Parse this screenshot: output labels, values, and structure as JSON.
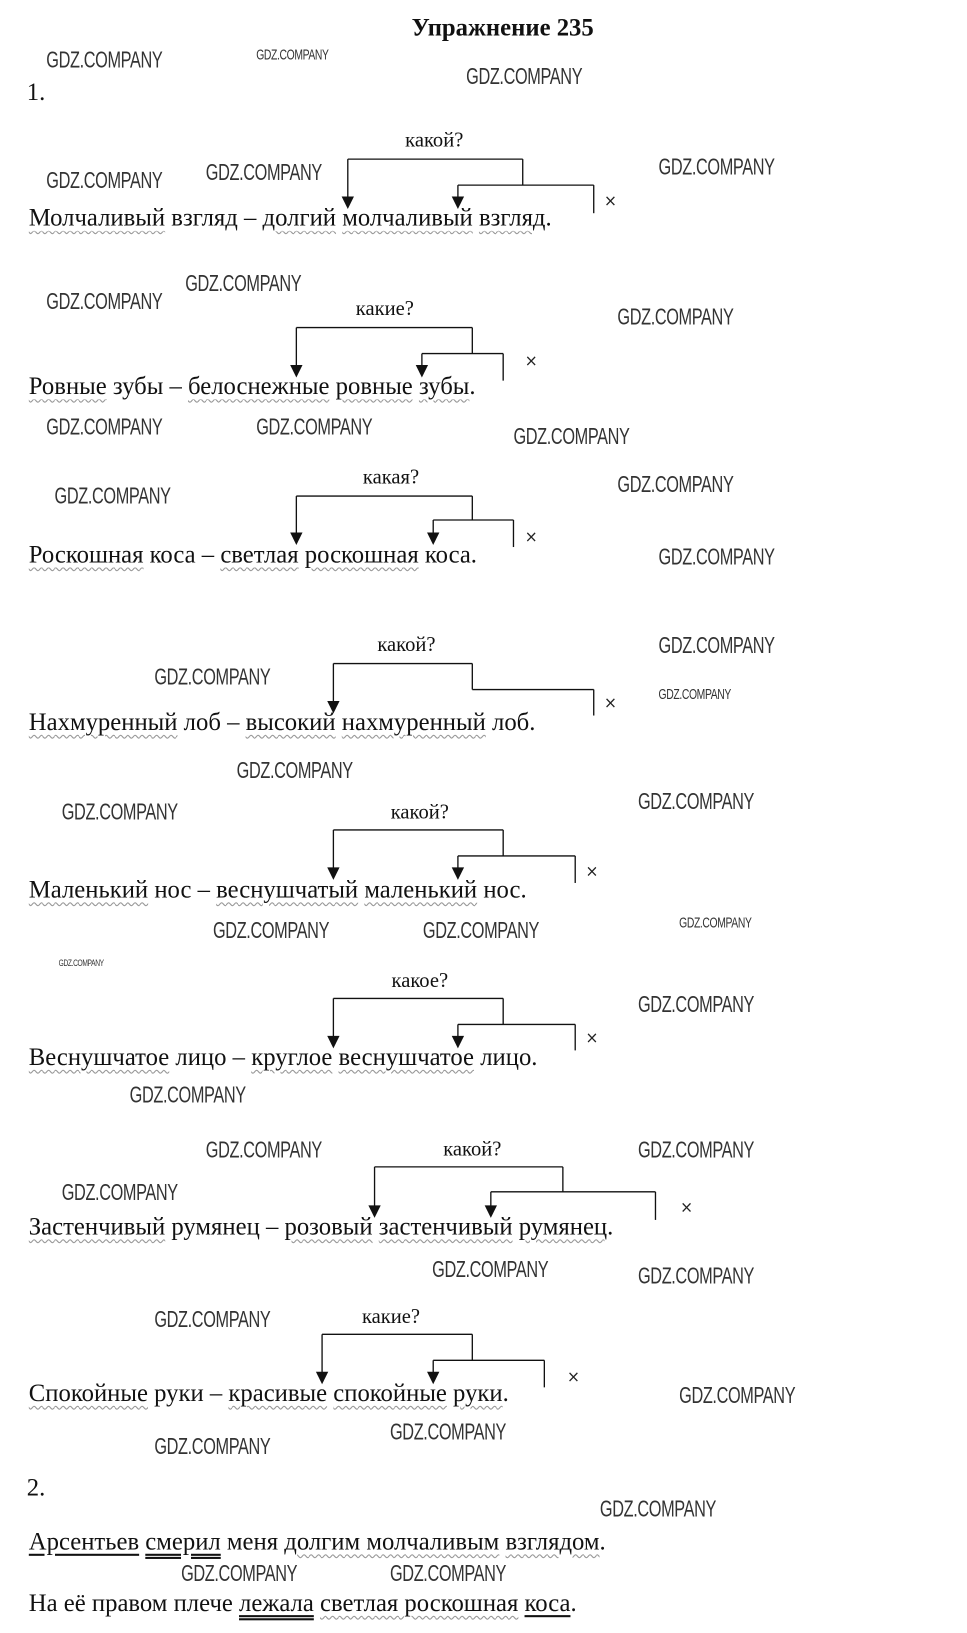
{
  "title": "Упражнение 235",
  "part1_label": "1.",
  "part2_label": "2.",
  "watermark": "GDZ.COMPANY",
  "cross_mark": "×",
  "schemes": [
    {
      "question": "какой?",
      "segments": [
        [
          "Молчаливый",
          "wavy"
        ],
        [
          " взгляд – ",
          ""
        ],
        [
          "долгий",
          "wavy"
        ],
        [
          " ",
          ""
        ],
        [
          "молчаливый",
          "wavy"
        ],
        [
          " ",
          ""
        ],
        [
          "взгляд",
          "wavy"
        ],
        [
          ".",
          ""
        ]
      ]
    },
    {
      "question": "какие?",
      "segments": [
        [
          "Ровные",
          "wavy"
        ],
        [
          " зубы – ",
          ""
        ],
        [
          "белоснежные",
          "wavy"
        ],
        [
          " ",
          ""
        ],
        [
          "ровные",
          "wavy"
        ],
        [
          " ",
          ""
        ],
        [
          "зубы",
          "wavy"
        ],
        [
          ".",
          ""
        ]
      ]
    },
    {
      "question": "какая?",
      "segments": [
        [
          "Роскошная",
          "wavy"
        ],
        [
          " коса – ",
          ""
        ],
        [
          "светлая",
          "wavy"
        ],
        [
          " ",
          ""
        ],
        [
          "роскошная",
          "wavy"
        ],
        [
          " коса.",
          ""
        ]
      ]
    },
    {
      "question": "какой?",
      "segments": [
        [
          "Нахмуренный",
          "wavy"
        ],
        [
          " лоб – ",
          ""
        ],
        [
          "высокий",
          "wavy"
        ],
        [
          " ",
          ""
        ],
        [
          "нахмуренный",
          "wavy"
        ],
        [
          " лоб.",
          ""
        ]
      ]
    },
    {
      "question": "какой?",
      "segments": [
        [
          "Маленький",
          "wavy"
        ],
        [
          " нос – ",
          ""
        ],
        [
          "веснушчатый",
          "wavy"
        ],
        [
          " ",
          ""
        ],
        [
          "маленький",
          "wavy"
        ],
        [
          " нос.",
          ""
        ]
      ]
    },
    {
      "question": "какое?",
      "segments": [
        [
          "Веснушчатое",
          "wavy"
        ],
        [
          " лицо – ",
          ""
        ],
        [
          "круглое",
          "wavy"
        ],
        [
          " ",
          ""
        ],
        [
          "веснушчатое",
          "wavy"
        ],
        [
          " лицо.",
          ""
        ]
      ]
    },
    {
      "question": "какой?",
      "segments": [
        [
          "Застенчивый",
          "wavy"
        ],
        [
          " румянец – ",
          ""
        ],
        [
          "розовый",
          "wavy"
        ],
        [
          " ",
          ""
        ],
        [
          "застенчивый",
          "wavy"
        ],
        [
          " ",
          ""
        ],
        [
          "румянец",
          "wavy"
        ],
        [
          ".",
          ""
        ]
      ]
    },
    {
      "question": "какие?",
      "segments": [
        [
          "Спокойные",
          "wavy"
        ],
        [
          " руки – ",
          ""
        ],
        [
          "красивые",
          "wavy"
        ],
        [
          " ",
          ""
        ],
        [
          "спокойные",
          "wavy"
        ],
        [
          " ",
          ""
        ],
        [
          "руки",
          "wavy"
        ],
        [
          ".",
          ""
        ]
      ]
    }
  ],
  "part2_sentences": [
    {
      "segments": [
        [
          "Арсентьев",
          "single"
        ],
        [
          " ",
          ""
        ],
        [
          "смерил",
          "double"
        ],
        [
          " меня ",
          ""
        ],
        [
          "долгим молчаливым",
          "wavy"
        ],
        [
          " ",
          ""
        ],
        [
          "взглядом",
          "wavy"
        ],
        [
          ".",
          ""
        ]
      ]
    },
    {
      "segments": [
        [
          "На её правом плече ",
          ""
        ],
        [
          "лежала",
          "double"
        ],
        [
          " ",
          ""
        ],
        [
          "светлая роскошная",
          "wavy"
        ],
        [
          " ",
          ""
        ],
        [
          "коса",
          "single"
        ],
        [
          ".",
          ""
        ]
      ]
    }
  ]
}
